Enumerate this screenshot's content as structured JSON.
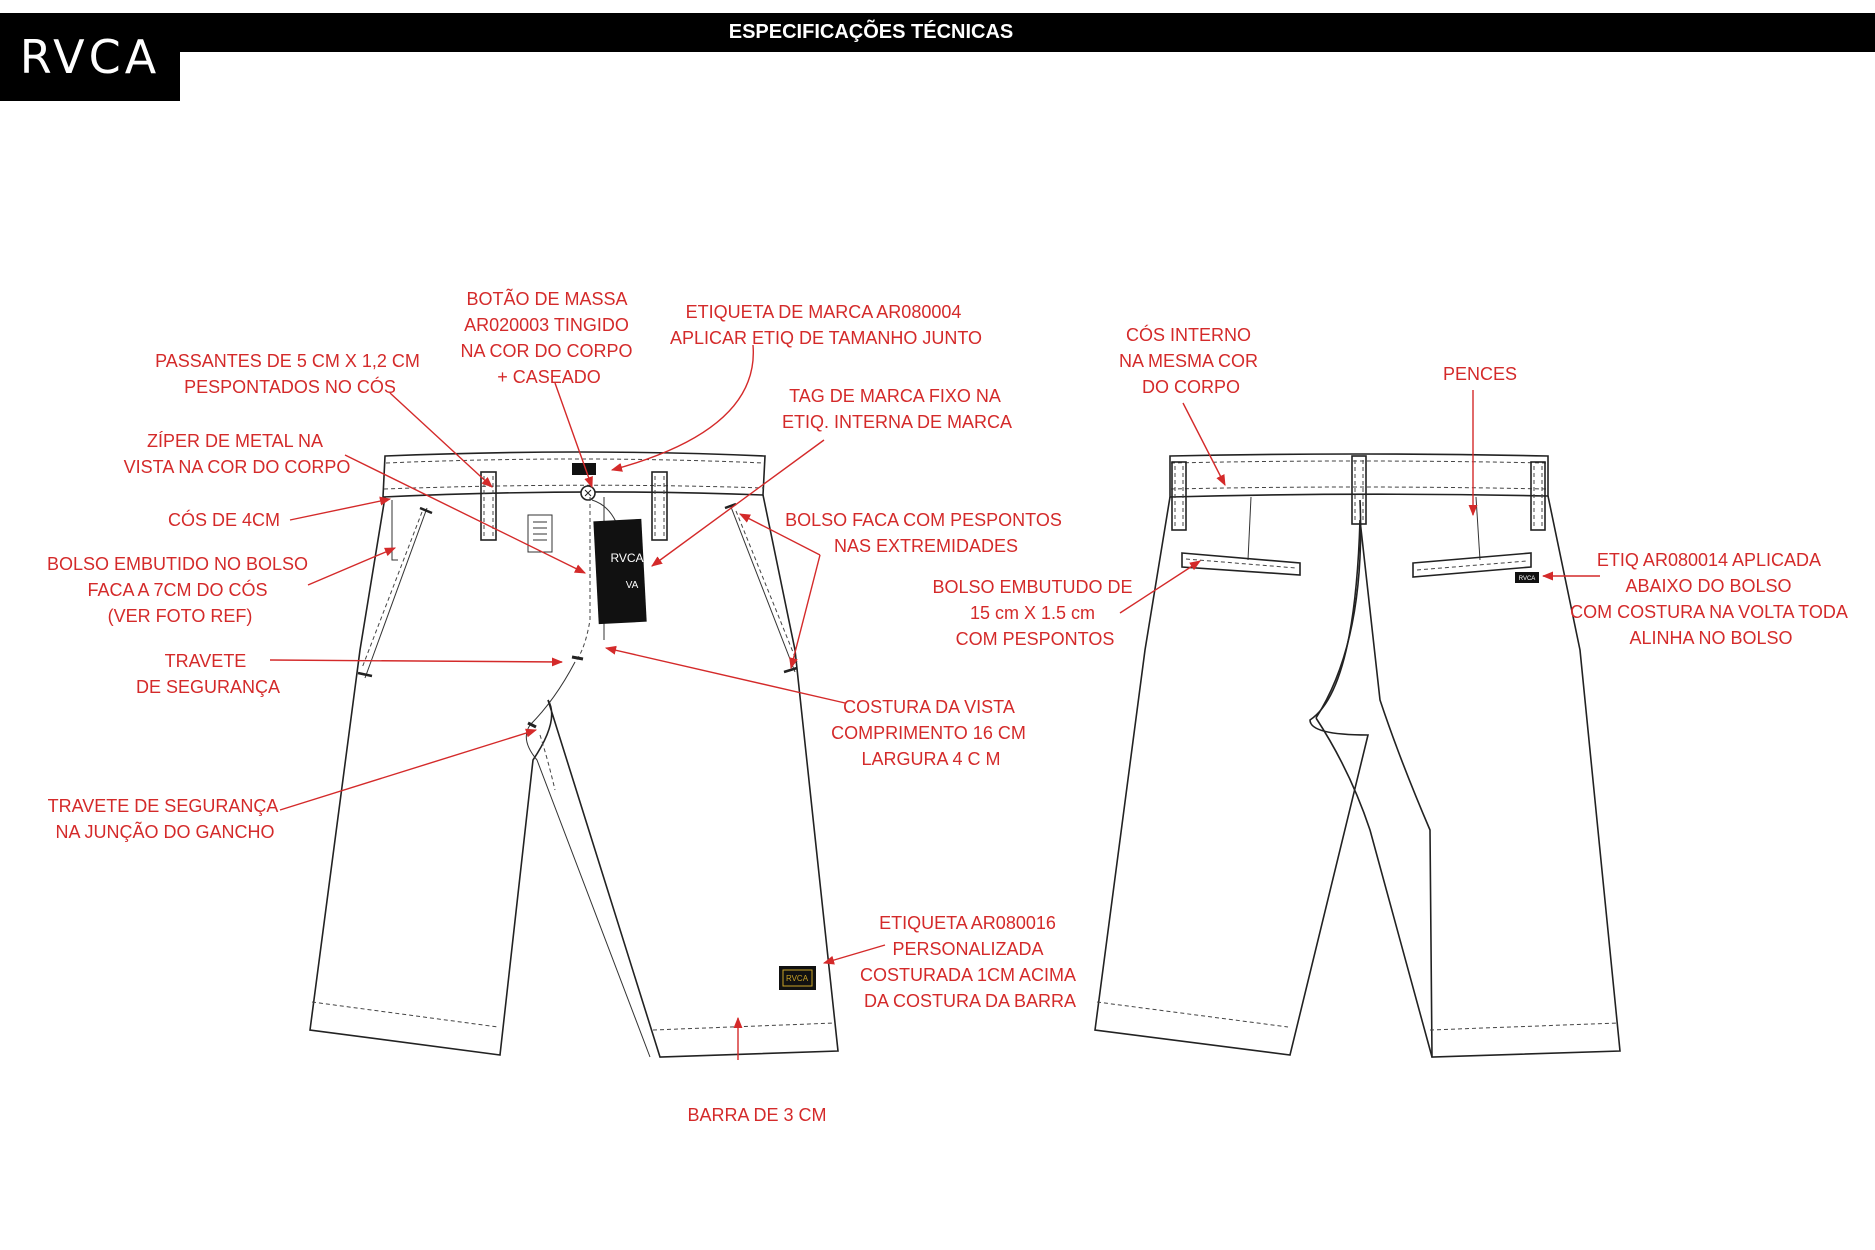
{
  "header": {
    "title": "ESPECIFICAÇÕES TÉCNICAS",
    "logo": "RVCA"
  },
  "hangtag": {
    "brand": "RVCA",
    "mark": "VA"
  },
  "hem_label": {
    "text": "RVCA"
  },
  "back_label": {
    "text": "RVCA"
  },
  "colors": {
    "annotation": "#d42a2a",
    "header_bg": "#000000",
    "line": "#222222"
  },
  "annotations": {
    "front": [
      {
        "id": "botao",
        "lines": [
          "BOTÃO DE MASSA",
          "AR020003 TINGIDO",
          "NA COR DO CORPO",
          "+ CASEADO"
        ]
      },
      {
        "id": "etiqueta_marca",
        "lines": [
          "ETIQUETA DE MARCA AR080004",
          "APLICAR ETIQ DE TAMANHO JUNTO"
        ]
      },
      {
        "id": "passantes",
        "lines": [
          "PASSANTES DE 5 CM X 1,2 CM",
          "PESPONTADOS NO CÓS"
        ]
      },
      {
        "id": "tag_marca",
        "lines": [
          "TAG DE MARCA FIXO NA",
          "ETIQ. INTERNA DE MARCA"
        ]
      },
      {
        "id": "ziper",
        "lines": [
          "ZÍPER DE METAL NA",
          "VISTA NA COR DO CORPO"
        ]
      },
      {
        "id": "cos",
        "lines": [
          "CÓS DE 4CM"
        ]
      },
      {
        "id": "bolso_faca",
        "lines": [
          "BOLSO FACA COM PESPONTOS",
          "NAS EXTREMIDADES"
        ]
      },
      {
        "id": "bolso_embutido",
        "lines": [
          "BOLSO EMBUTIDO NO BOLSO",
          "FACA A 7CM DO CÓS",
          "(VER FOTO REF)"
        ]
      },
      {
        "id": "travete",
        "lines": [
          "TRAVETE",
          "DE SEGURANÇA"
        ]
      },
      {
        "id": "costura_vista",
        "lines": [
          "COSTURA DA VISTA",
          "COMPRIMENTO 16 CM",
          "LARGURA 4 C M"
        ]
      },
      {
        "id": "travete_gancho",
        "lines": [
          "TRAVETE DE SEGURANÇA",
          "NA JUNÇÃO DO GANCHO"
        ]
      },
      {
        "id": "etiqueta_hem",
        "lines": [
          "ETIQUETA AR080016",
          "PERSONALIZADA",
          "COSTURADA 1CM ACIMA",
          "DA COSTURA DA BARRA"
        ]
      },
      {
        "id": "barra",
        "lines": [
          "BARRA DE 3 CM"
        ]
      }
    ],
    "back": [
      {
        "id": "cos_interno",
        "lines": [
          "CÓS INTERNO",
          "NA MESMA COR",
          "DO CORPO"
        ]
      },
      {
        "id": "pences",
        "lines": [
          "PENCES"
        ]
      },
      {
        "id": "bolso_traseiro",
        "lines": [
          "BOLSO EMBUTUDO DE",
          "15 cm X 1.5 cm",
          "COM PESPONTOS"
        ]
      },
      {
        "id": "etiq_traseira",
        "lines": [
          "ETIQ AR080014 APLICADA",
          "ABAIXO DO BOLSO",
          "COM COSTURA NA VOLTA TODA",
          "ALINHA NO BOLSO"
        ]
      }
    ]
  }
}
